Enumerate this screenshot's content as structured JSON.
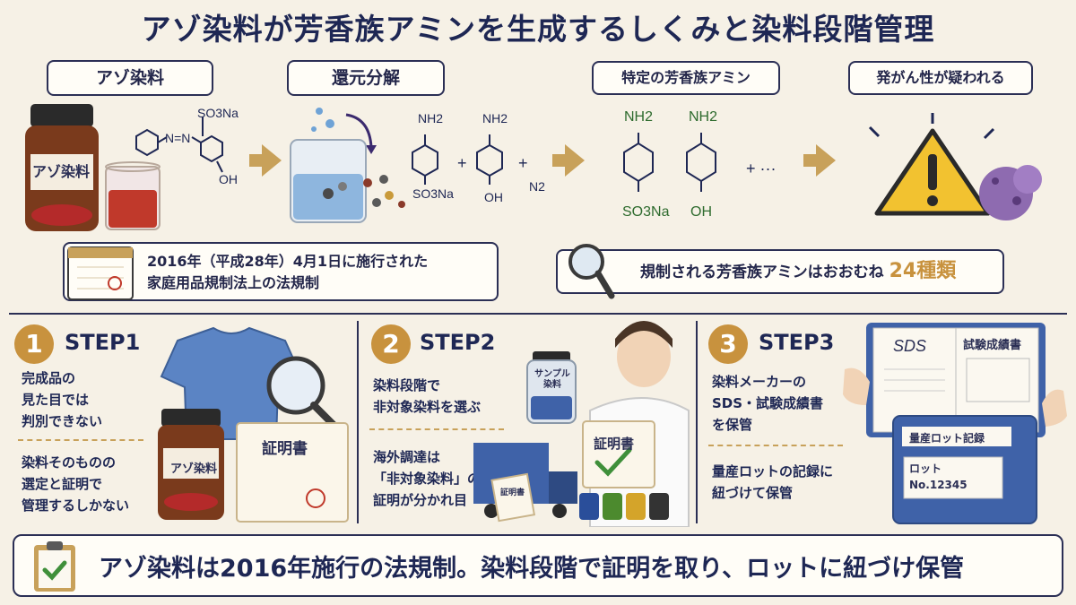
{
  "title": "アゾ染料が芳香族アミンを生成するしくみと染料段階管理",
  "top_labels": {
    "azo_dye": "アゾ染料",
    "reduction": "還元分解",
    "aromatic_amine": "特定の芳香族アミン",
    "carcinogen": "発がん性が疑われる"
  },
  "jar_label": "アゾ染料",
  "chem_labels": {
    "so3na": "SO3Na",
    "nn": "N=N",
    "oh": "OH",
    "nh2": "NH2",
    "plus": "+",
    "n2": "N2",
    "more": "+ ···"
  },
  "info_law": {
    "line1": "2016年（平成28年）4月1日に施行された",
    "line2": "家庭用品規制法上の法規制"
  },
  "info_count": {
    "prefix": "規制される芳香族アミンはおおむね",
    "count": "24種類"
  },
  "steps": [
    {
      "num": "1",
      "title": "STEP1",
      "text_a": [
        "完成品の",
        "見た目では",
        "判別できない"
      ],
      "text_b": [
        "染料そのものの",
        "選定と証明で",
        "管理するしかない"
      ],
      "jar_label": "アゾ染料",
      "cert_label": "証明書"
    },
    {
      "num": "2",
      "title": "STEP2",
      "text_a": [
        "染料段階で",
        "非対象染料を選ぶ"
      ],
      "text_b": [
        "海外調達は",
        "「非対象染料」の",
        "証明が分かれ目"
      ],
      "sample_label": [
        "サンプル",
        "染料"
      ],
      "cert_label": "証明書",
      "small_cert": "証明書"
    },
    {
      "num": "3",
      "title": "STEP3",
      "text_a": [
        "染料メーカーの",
        "SDS・試験成績書",
        "を保管"
      ],
      "text_b": [
        "量産ロットの記録に",
        "紐づけて保管"
      ],
      "sds": "SDS",
      "test_report": "試験成績書",
      "binder_title": "量産ロット記録",
      "lot_label": "ロット",
      "lot_no": "No.12345"
    }
  ],
  "bottom": "アゾ染料は2016年施行の法規制。染料段階で証明を取り、ロットに紐づけ保管",
  "colors": {
    "navy": "#1e2754",
    "gold": "#c8923e",
    "cream": "#f6f1e6",
    "warning_yellow": "#f2c230",
    "shirt_blue": "#5b84c4",
    "check_green": "#3f8f3a"
  }
}
